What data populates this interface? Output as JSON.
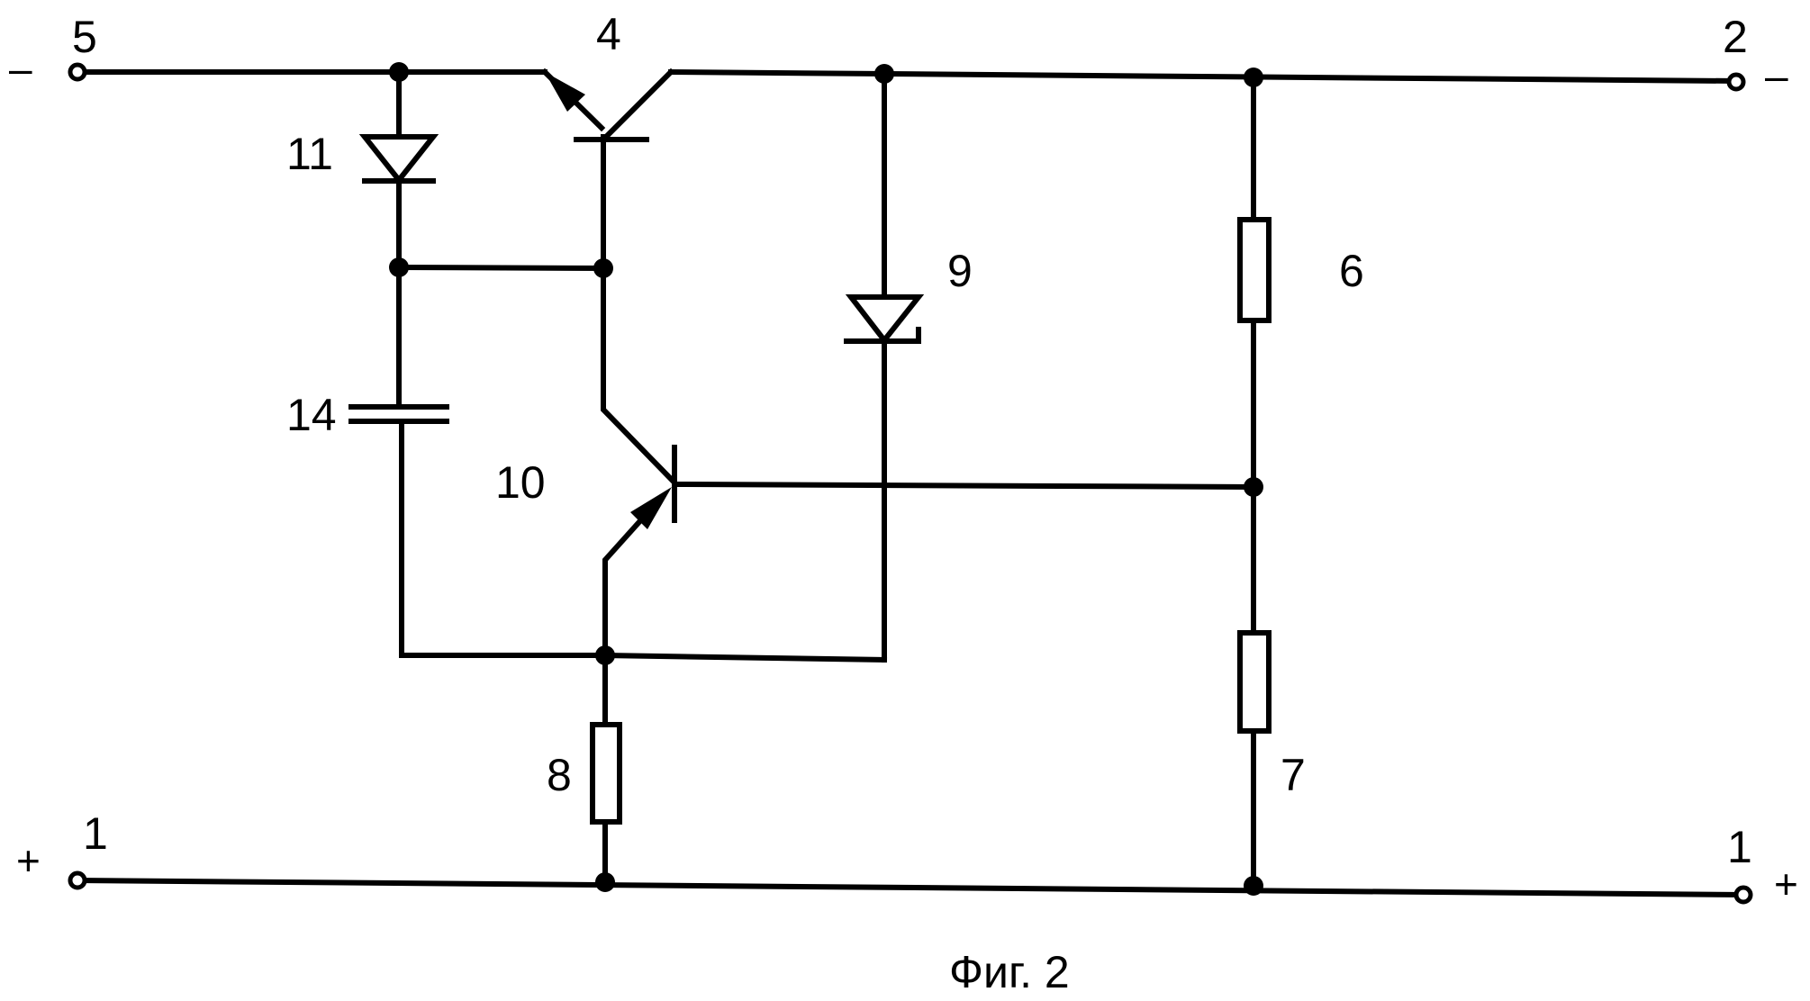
{
  "terminals": {
    "t5": {
      "number": "5",
      "polarity": "–"
    },
    "t2": {
      "number": "2",
      "polarity": "–"
    },
    "t1_left": {
      "number": "1",
      "polarity": "+"
    },
    "t1_right": {
      "number": "1",
      "polarity": "+"
    }
  },
  "components": {
    "transistor_4": "4",
    "diode_11": "11",
    "capacitor_14": "14",
    "transistor_10": "10",
    "zener_9": "9",
    "resistor_6": "6",
    "resistor_8": "8",
    "resistor_7": "7"
  },
  "caption": "Фиг. 2"
}
